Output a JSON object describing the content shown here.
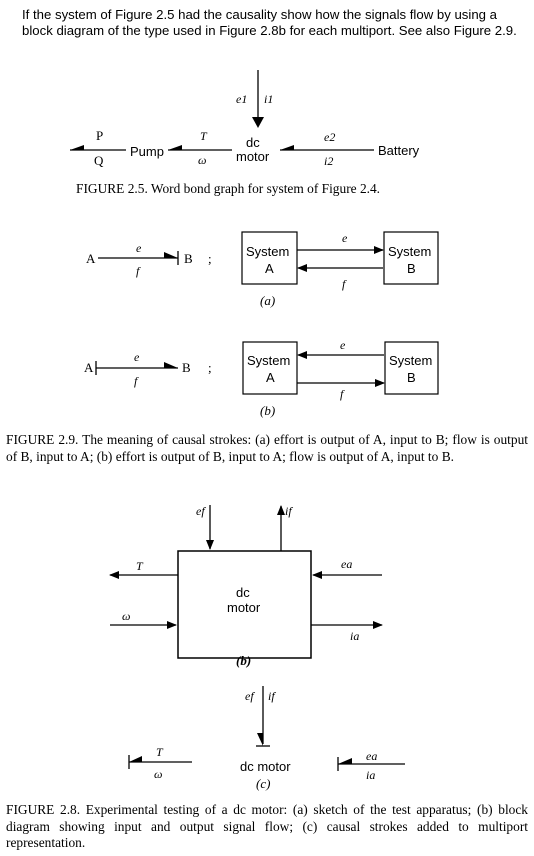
{
  "intro_text": "If the system of Figure 2.5 had the causality show how the signals flow by using a block diagram of the type used in Figure 2.8b for each multiport. See also Figure 2.9.",
  "fig25": {
    "e1": "e1",
    "i1": "i1",
    "p": "P",
    "q": "Q",
    "pump": "Pump",
    "tau": "T",
    "omega": "ω",
    "dc": "dc",
    "motor": "motor",
    "e2": "e2",
    "i2": "i2",
    "battery": "Battery",
    "caption_label": "FIGURE 2.5.",
    "caption_text": " Word bond graph for system of Figure 2.4."
  },
  "fig29": {
    "a": "A",
    "b": "B",
    "semi": ";",
    "e": "e",
    "f": "f",
    "system_a": "System",
    "sys_a_letter": "A",
    "system_b": "System",
    "sys_b_letter": "B",
    "label_a": "(a)",
    "label_b": "(b)",
    "caption_label": "FIGURE 2.9.",
    "caption_text": " The meaning of causal strokes: (a) effort is output of A, input to B; flow is output of B, input to A; (b) effort is output of B, input to A; flow is output of A, input to B."
  },
  "fig28": {
    "ef": "ef",
    "if": "if",
    "tau": "T",
    "omega": "ω",
    "dc": "dc",
    "motor": "motor",
    "ea": "ea",
    "ia": "ia",
    "label_b": "(b)",
    "label_c": "(c)",
    "dc_motor": "dc motor",
    "caption_label": "FIGURE 2.8.",
    "caption_text": " Experimental testing of a dc motor: (a) sketch of the test apparatus; (b) block diagram showing input and output signal flow; (c) causal strokes added to multiport representation."
  }
}
